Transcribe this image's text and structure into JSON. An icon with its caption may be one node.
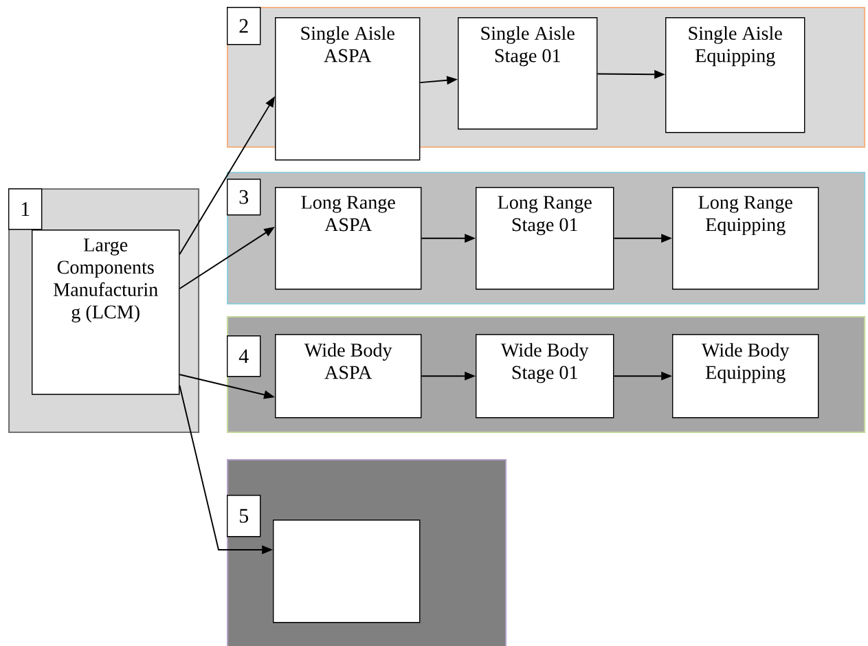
{
  "diagram": {
    "nodes": [
      {
        "text": [],
        "shape": "box"
      },
      {
        "text": [
          "1"
        ],
        "in": 0
      },
      {
        "text": [
          "Large Components Manufacturin g (LCM)"
        ],
        "in": 0
      },
      {
        "text": [],
        "shape": "box"
      },
      {
        "text": [
          "2"
        ],
        "in": 3
      },
      {
        "text": [
          "Single Aisle ASPA"
        ],
        "in": 3
      },
      {
        "text": [
          "Single Aisle Stage 01"
        ],
        "in": 3
      },
      {
        "text": [
          "Single Aisle Equipping"
        ],
        "in": 3
      },
      {
        "text": [],
        "shape": "box"
      },
      {
        "text": [
          "3"
        ],
        "in": 8
      },
      {
        "text": [
          "Long Range ASPA"
        ],
        "in": 8
      },
      {
        "text": [
          "Long Range Stage 01"
        ],
        "in": 8
      },
      {
        "text": [
          "Long Range Equipping"
        ],
        "in": 8
      },
      {
        "text": [],
        "shape": "box"
      },
      {
        "text": [
          "4"
        ],
        "in": 13
      },
      {
        "text": [
          "Wide Body ASPA"
        ],
        "in": 13
      },
      {
        "text": [
          "Wide Body Stage 01"
        ],
        "in": 13
      },
      {
        "text": [
          "Wide Body Equipping"
        ],
        "in": 13
      },
      {
        "text": [],
        "shape": "box"
      },
      {
        "text": [
          "5"
        ],
        "in": 18
      },
      {
        "text": [],
        "shape": "box",
        "in": 18
      }
    ],
    "edges": [
      {
        "from": 2,
        "to": 5,
        "arrow": "to"
      },
      {
        "from": 2,
        "to": 10,
        "arrow": "to"
      },
      {
        "from": 2,
        "to": 15,
        "arrow": "to"
      },
      {
        "from": 2,
        "to": 20,
        "arrow": "to"
      },
      {
        "from": 5,
        "to": 6,
        "arrow": "to"
      },
      {
        "from": 6,
        "to": 7,
        "arrow": "to"
      },
      {
        "from": 10,
        "to": 11,
        "arrow": "to"
      },
      {
        "from": 11,
        "to": 12,
        "arrow": "to"
      },
      {
        "from": 15,
        "to": 16,
        "arrow": "to"
      },
      {
        "from": 16,
        "to": 17,
        "arrow": "to"
      }
    ]
  }
}
